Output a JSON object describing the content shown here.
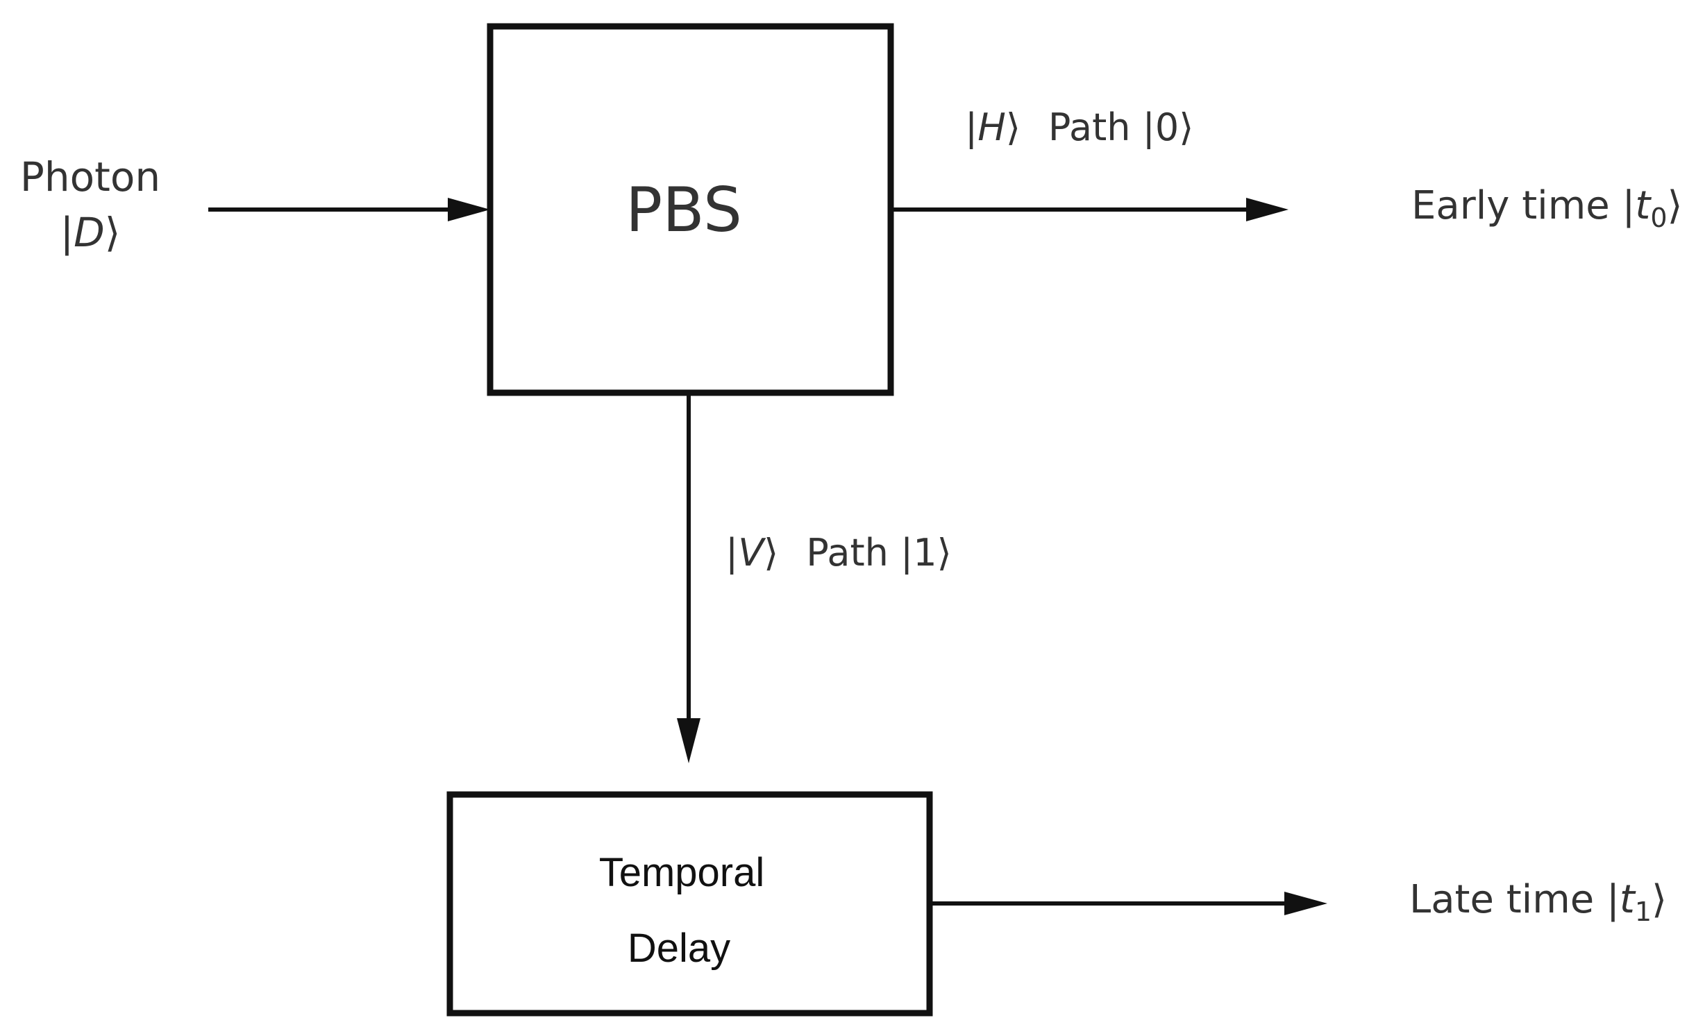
{
  "input": {
    "line1": "Photon",
    "ket_open": "|",
    "ket_symbol": "D",
    "ket_close": "⟩"
  },
  "pbs": {
    "label": "PBS"
  },
  "h_path": {
    "ket_open": "|",
    "ket_symbol": "H",
    "ket_close": "⟩",
    "path_text": "Path |0⟩"
  },
  "v_path": {
    "ket_open": "|",
    "ket_symbol": "V",
    "ket_close": "⟩",
    "path_text": "Path |1⟩"
  },
  "delay": {
    "line1": "Temporal",
    "line2": "Delay"
  },
  "early_output": {
    "text": "Early time |",
    "var": "t",
    "sub": "0",
    "close": "⟩"
  },
  "late_output": {
    "text": "Late time |",
    "var": "t",
    "sub": "1",
    "close": "⟩"
  }
}
